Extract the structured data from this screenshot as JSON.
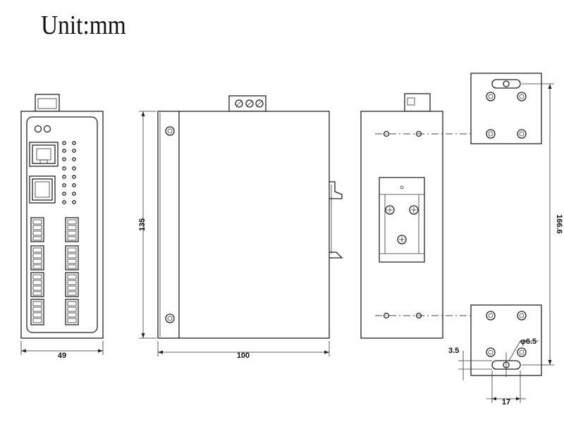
{
  "title": "Unit:mm",
  "dimensions": {
    "front_width": "49",
    "side_width": "100",
    "side_height": "135",
    "mount_height": "166.6",
    "hole_offset": "3.5",
    "hole_diameter": "φ6.5",
    "hole_spacing": "17"
  }
}
